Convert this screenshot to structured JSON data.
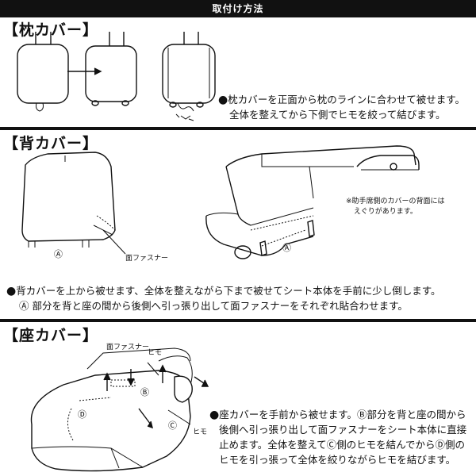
{
  "header": {
    "title": "取付け方法"
  },
  "pillow": {
    "title": "【枕カバー】",
    "bullet": "●",
    "lines": [
      "枕カバーを正面から枕のラインに合わせて被せます。",
      "全体を整えてから下側でヒモを絞って結びます。"
    ]
  },
  "back": {
    "title": "【背カバー】",
    "label_a": "Ⓐ",
    "label_zipper": "面ファスナー",
    "label_a2": "Ⓐ",
    "note": "※助手席側のカバーの背面には",
    "note2": "えぐりがあります。",
    "bullet": "●",
    "lines": [
      "背カバーを上から被せます、全体を整えながら下まで被せてシート本体を手前に少し倒します。",
      "Ⓐ 部分を背と座の間から後側へ引っ張り出して面ファスナーをそれぞれ貼合わせます。"
    ]
  },
  "seat": {
    "title": "【座カバー】",
    "label_zipper": "面ファスナー",
    "label_string1": "ヒモ",
    "label_string2": "ヒモ",
    "label_b": "Ⓑ",
    "label_c": "Ⓒ",
    "label_d": "Ⓓ",
    "bullet": "●",
    "lines": [
      "座カバーを手前から被せます。Ⓑ部分を背と座の間から",
      "後側へ引っ張り出して面ファスナーをシート本体に直接",
      "止めます。全体を整えてⒸ側のヒモを結んでからⒹ側の",
      "ヒモを引っ張って全体を絞りながらヒモを結びます。"
    ]
  }
}
